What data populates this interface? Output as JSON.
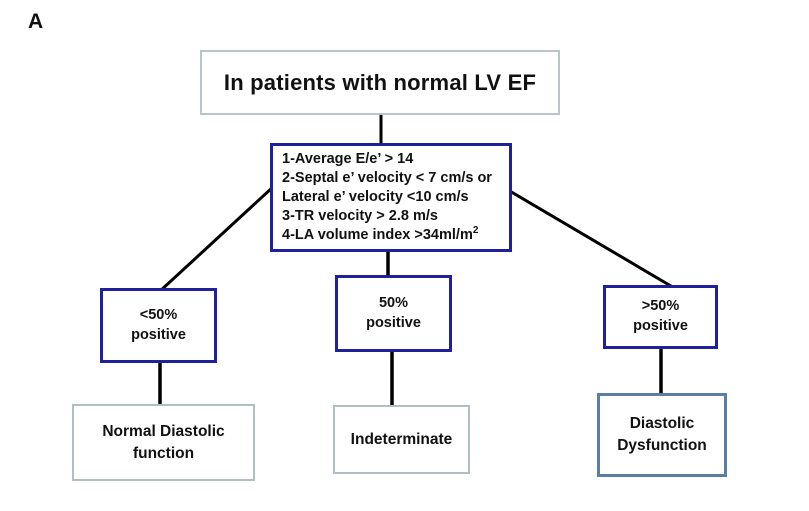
{
  "panel_label": "A",
  "colors": {
    "navy_border": "#20209a",
    "light_border": "#b2bfc2",
    "steel_blue_border": "#5b7fa3",
    "connector_line": "#000000",
    "text": "#111111",
    "background": "#ffffff"
  },
  "title_box": {
    "text": "In patients with normal LV EF"
  },
  "criteria_box": {
    "lines": [
      "1-Average E/e’ > 14",
      "2-Septal e’ velocity < 7 cm/s or",
      "Lateral e’ velocity <10 cm/s",
      "3-TR velocity > 2.8 m/s"
    ],
    "last_line_base": "4-LA volume index >34ml/m",
    "last_line_sup": "2"
  },
  "branch_boxes": [
    {
      "line1": "<50%",
      "line2": "positive"
    },
    {
      "line1": "50%",
      "line2": "positive"
    },
    {
      "line1": ">50%",
      "line2": "positive"
    }
  ],
  "outcome_boxes": [
    {
      "line1": "Normal Diastolic",
      "line2": "function"
    },
    {
      "line1": "Indeterminate",
      "line2": ""
    },
    {
      "line1": "Diastolic",
      "line2": "Dysfunction"
    }
  ]
}
